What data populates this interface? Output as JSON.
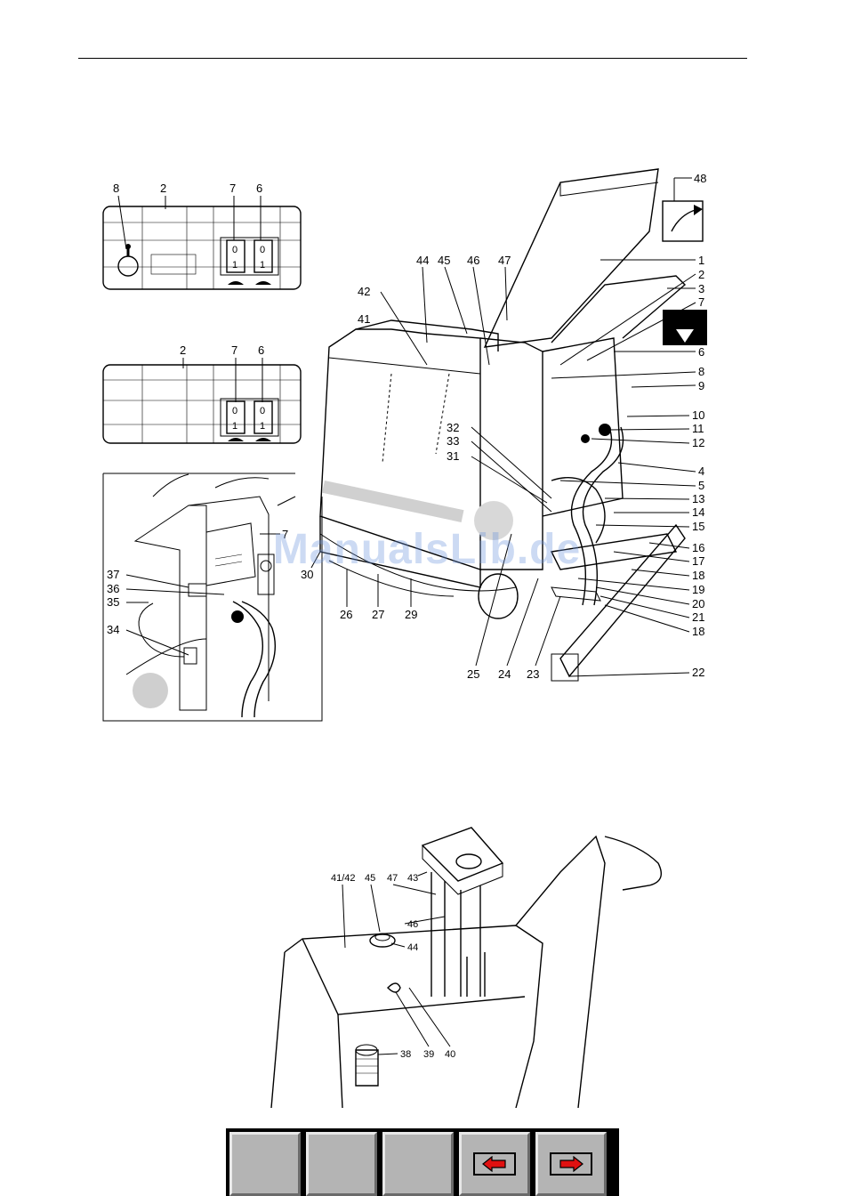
{
  "top_rule": "",
  "panel_a": {
    "labels": [
      "8",
      "2",
      "7",
      "6"
    ],
    "switch_0": "0",
    "switch_1": "1"
  },
  "panel_b": {
    "labels": [
      "2",
      "7",
      "6"
    ],
    "switch_0": "0",
    "switch_1": "1"
  },
  "panel_c": {
    "labels": [
      "7",
      "37",
      "36",
      "35",
      "34",
      "30"
    ]
  },
  "main_labels": {
    "left_top": [
      "44",
      "45",
      "46",
      "47",
      "42",
      "41",
      "32",
      "33",
      "31"
    ],
    "right_side": [
      "48",
      "1",
      "2",
      "3",
      "7",
      "6",
      "8",
      "9",
      "10",
      "11",
      "12",
      "4",
      "5",
      "13",
      "14",
      "15",
      "16",
      "17",
      "18",
      "19",
      "20",
      "21",
      "18",
      "22"
    ],
    "bottom": [
      "30",
      "26",
      "27",
      "29",
      "25",
      "24",
      "23"
    ]
  },
  "lower_labels": [
    "41/42",
    "45",
    "47",
    "43",
    "46",
    "44",
    "38",
    "39",
    "40"
  ],
  "watermark": "ManualsLib.de",
  "nav": {
    "buttons": [
      {
        "name": "blank-1",
        "icon": ""
      },
      {
        "name": "blank-2",
        "icon": ""
      },
      {
        "name": "blank-3",
        "icon": ""
      },
      {
        "name": "previous",
        "icon": "red-left-arrow"
      },
      {
        "name": "next",
        "icon": "red-right-arrow"
      }
    ],
    "arrow_color": "#e01010"
  }
}
